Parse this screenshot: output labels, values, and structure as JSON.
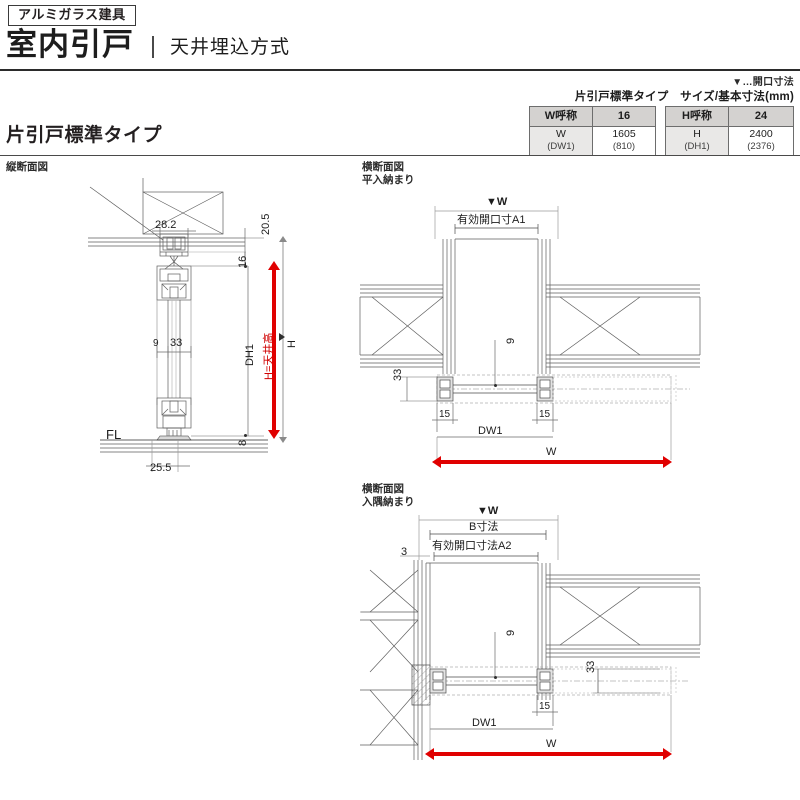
{
  "header": {
    "badge": "アルミガラス建具",
    "title": "室内引戸",
    "separator": "|",
    "subtitle": "天井埋込方式",
    "section_title": "片引戸標準タイプ"
  },
  "size_table": {
    "note": "▼…開口寸法",
    "caption": "片引戸標準タイプ　サイズ/基本寸法(mm)",
    "rows": [
      {
        "w_head": "W呼称",
        "w_value": "16",
        "h_head": "H呼称",
        "h_value": "24"
      },
      {
        "w_label": "W",
        "w_sublabel": "(DW1)",
        "w_dim": "1605",
        "w_subdim": "(810)",
        "h_label": "H",
        "h_sublabel": "(DH1)",
        "h_dim": "2400",
        "h_subdim": "(2376)"
      }
    ]
  },
  "drawings": {
    "vertical": {
      "caption": "縦断面図",
      "labels": {
        "top_width": "28.2",
        "head_gap": "20.5",
        "rail_16": "16",
        "panel_9": "9",
        "panel_33": "33",
        "dh1": "DH1",
        "ceiling_height": "H=天井高",
        "h_open": "H",
        "floor_line": "FL",
        "bottom_8": "8",
        "base_depth": "25.5"
      }
    },
    "horizontal_flat": {
      "caption_line1": "横断面図",
      "caption_line2": "平入納まり",
      "labels": {
        "w_open": "▼W",
        "effective_opening": "有効開口寸A1",
        "gap_9": "9",
        "depth_33": "33",
        "jamb_left_15": "15",
        "jamb_right_15": "15",
        "dw1": "DW1",
        "w_total": "W"
      }
    },
    "horizontal_corner": {
      "caption_line1": "横断面図",
      "caption_line2": "入隅納まり",
      "labels": {
        "w_open": "▼W",
        "b_dim": "B寸法",
        "effective_opening": "有効開口寸法A2",
        "left_3": "3",
        "gap_9": "9",
        "depth_33": "33",
        "jamb_15": "15",
        "dw1": "DW1",
        "w_total": "W"
      }
    }
  },
  "colors": {
    "accent_red": "#e00000",
    "rule": "#2b2b2b",
    "table_header": "#d4d2d0",
    "table_label": "#e9e8e7",
    "line": "#5d5d5d"
  }
}
